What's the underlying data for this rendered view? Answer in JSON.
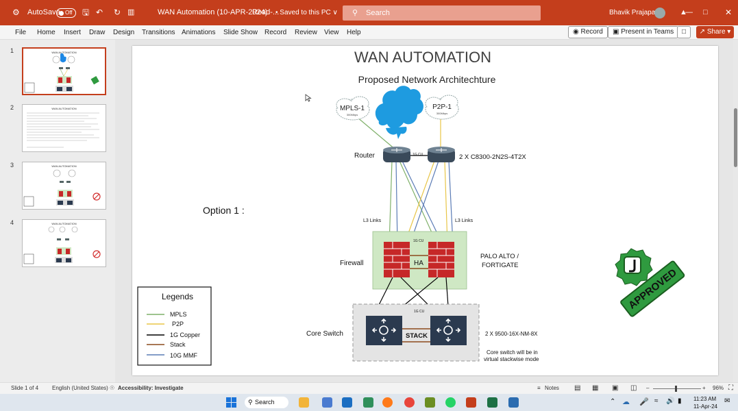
{
  "titlebar": {
    "autosave_label": "AutoSave",
    "autosave_state": "Off",
    "doc_title": "WAN Automation (10-APR-2024)",
    "doc_mode": "Read-...",
    "saved_status": "• Saved to this PC ∨",
    "search_placeholder": "Search",
    "user_name": "Bhavik Prajapati",
    "minimize": "—",
    "maximize": "□",
    "close": "✕"
  },
  "menu": {
    "tabs": [
      "File",
      "Home",
      "Insert",
      "Draw",
      "Design",
      "Transitions",
      "Animations",
      "Slide Show",
      "Record",
      "Review",
      "View",
      "Help"
    ],
    "record_button": "Record",
    "present_button": "Present in Teams",
    "share_button": "Share"
  },
  "thumbnails": [
    {
      "number": "1",
      "title": "WAN AUTOMATION"
    },
    {
      "number": "2",
      "title": "WAN AUTOMATION"
    },
    {
      "number": "3",
      "title": "WAN AUTOMATION"
    },
    {
      "number": "4",
      "title": "WAN AUTOMATION"
    }
  ],
  "slide": {
    "title": "WAN AUTOMATION",
    "subtitle": "Proposed Network Architechture",
    "option_label": "Option 1 :",
    "mpls_cloud": "MPLS-1",
    "mpls_speed": "300Mbps",
    "p2p_cloud": "P2P-1",
    "p2p_speed": "300Mbps",
    "router_label": "Router",
    "router_link": "1G CU",
    "router_model": "2 X C8300-2N2S-4T2X",
    "l3_left": "L3 Links",
    "l3_right": "L3 Links",
    "firewall_link": "1G CU",
    "firewall_label": "Firewall",
    "ha_label": "HA",
    "firewall_vendor_1": "PALO ALTO /",
    "firewall_vendor_2": "FORTIGATE",
    "core_link": "1G CU",
    "core_label": "Core Switch",
    "stack_label": "STACK",
    "core_model": "2 X 9500-16X-NM-8X",
    "core_note_1": "Core switch will be in",
    "core_note_2": "virtual stackwise mode",
    "stamp_text": "APPROVED",
    "legend_title": "Legends",
    "legend": [
      {
        "label": "MPLS",
        "color": "#7fb069"
      },
      {
        "label": "P2P",
        "color": "#e8c547"
      },
      {
        "label": "1G Copper",
        "color": "#000000"
      },
      {
        "label": "Stack",
        "color": "#8b4a1c"
      },
      {
        "label": "10G MMF",
        "color": "#5a7bb5"
      }
    ]
  },
  "status": {
    "slide_count": "Slide 1 of 4",
    "language": "English (United States)",
    "accessibility": "Accessibility: Investigate",
    "notes": "Notes",
    "zoom": "96%"
  },
  "taskbar": {
    "search": "Search",
    "time": "11:23 AM",
    "date": "11-Apr-24"
  },
  "colors": {
    "accent": "#c43e1c",
    "mpls_line": "#7fb069",
    "p2p_line": "#e8c547",
    "mmf_line": "#5a7bb5",
    "firewall_bg": "#cfe8c4",
    "stamp_green": "#2f9a3f"
  }
}
